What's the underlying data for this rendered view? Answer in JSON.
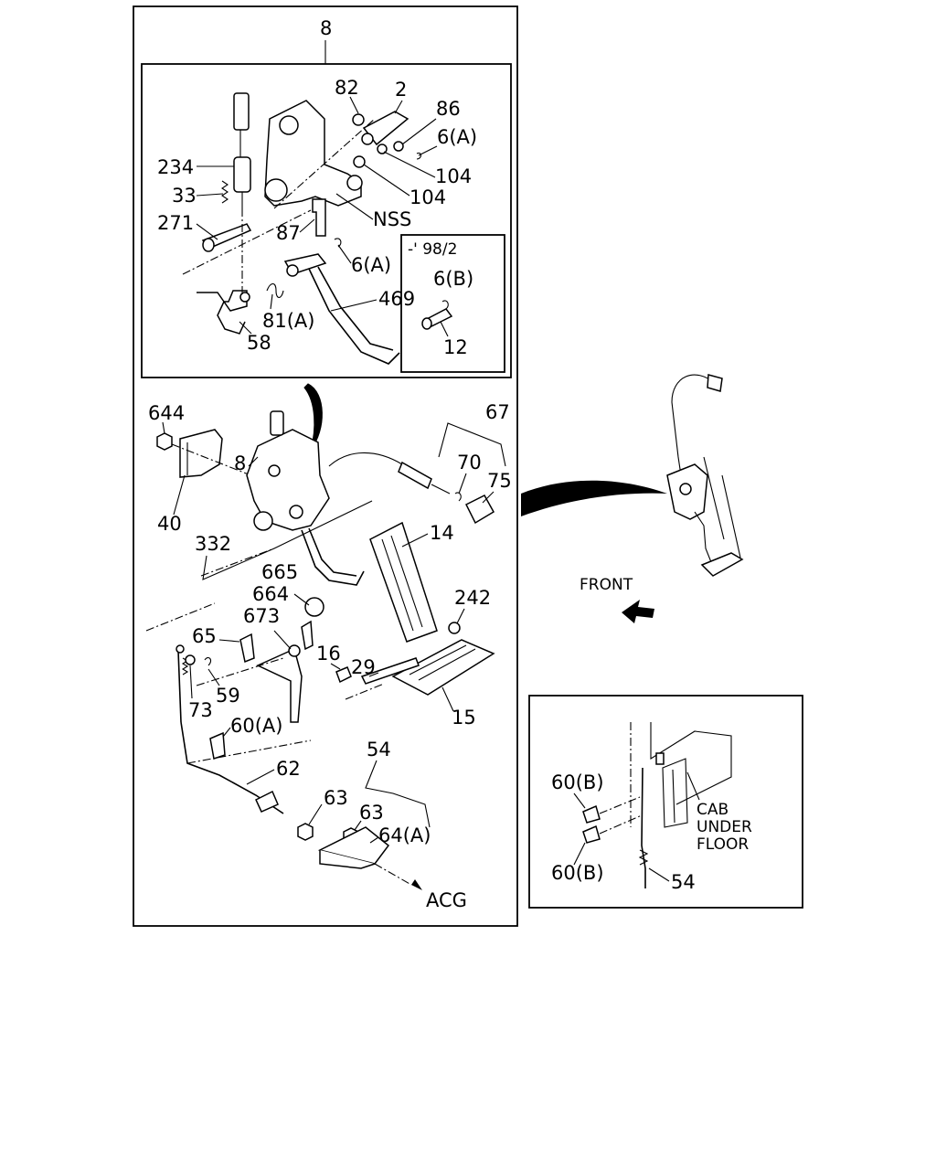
{
  "main_panel": {
    "assembly_label": "8",
    "detail_labels": [
      "82",
      "2",
      "86",
      "6(A)",
      "104",
      "104",
      "234",
      "33",
      "NSS",
      "271",
      "87",
      "6(A)",
      "81(A)",
      "469",
      "58"
    ],
    "inset": {
      "title": "-' 98/2",
      "labels": [
        "6(B)",
        "12"
      ]
    },
    "lower_labels": [
      "644",
      "8",
      "67",
      "70",
      "75",
      "40",
      "332",
      "14",
      "665",
      "664",
      "242",
      "673",
      "65",
      "16",
      "29",
      "59",
      "73",
      "15",
      "60(A)",
      "54",
      "62",
      "63",
      "63",
      "64(A)",
      "ACG"
    ]
  },
  "overview": {
    "direction_label": "FRONT"
  },
  "detail_panel": {
    "labels": [
      "60(B)",
      "60(B)",
      "54"
    ],
    "location_lines": [
      "CAB",
      "UNDER",
      "FLOOR"
    ]
  }
}
